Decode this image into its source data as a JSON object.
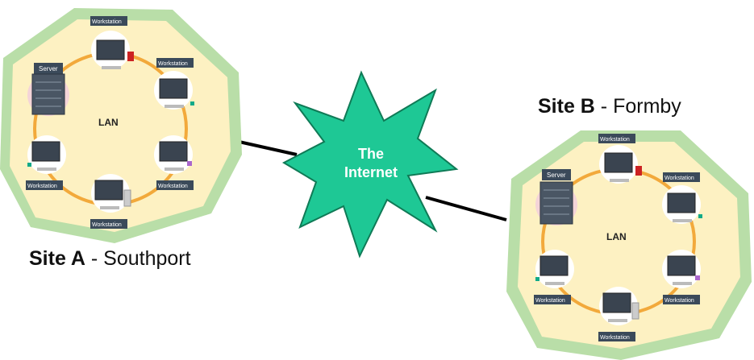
{
  "internet": {
    "line1": "The",
    "line2": "Internet"
  },
  "sites": [
    {
      "name": "Site A",
      "sep": " - ",
      "location": "Southport",
      "lan_label": "LAN",
      "server_label": "Server",
      "nodes": [
        "Workstation",
        "Workstation",
        "Workstation",
        "Workstation",
        "Workstation"
      ]
    },
    {
      "name": "Site B",
      "sep": " - ",
      "location": "Formby",
      "lan_label": "LAN",
      "server_label": "Server",
      "nodes": [
        "Workstation",
        "Workstation",
        "Workstation",
        "Workstation",
        "Workstation"
      ]
    }
  ],
  "colors": {
    "hex_outer": "#b9dea8",
    "hex_inner": "#fdf1c2",
    "ring": "#f2a93b",
    "starburst": "#1ec895",
    "starburst_stroke": "#0f7a56",
    "label_bg": "#3b4a5a",
    "link": "#000000"
  }
}
